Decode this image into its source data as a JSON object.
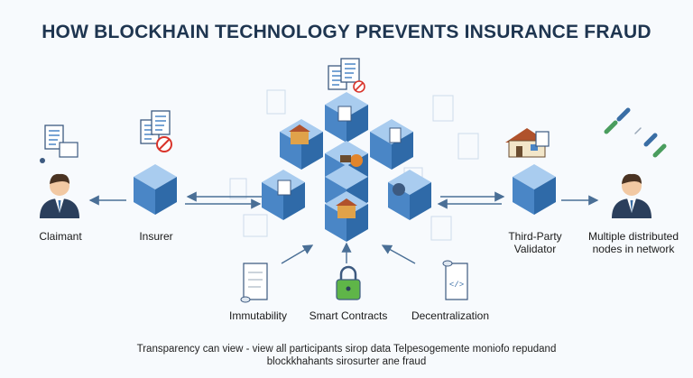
{
  "title": "HOW BLOCKHAIN TECHNOLOGY PREVENTS INSURANCE FRAUD",
  "labels": {
    "claimant": "Claimant",
    "insurer": "Insurer",
    "validator_line1": "Third-Party",
    "validator_line2": "Validator",
    "nodes_line1": "Multiple distributed",
    "nodes_line2": "nodes in network",
    "immutability": "Immutability",
    "smart_contracts": "Smart Contracts",
    "decentralization": "Decentralization"
  },
  "caption": {
    "line1": "Transparency can view - view all participants sirop data Telpesogemente moniofo repudand",
    "line2": "blockkhahants sirosurter ane fraud"
  },
  "icons": [
    "document-icon",
    "denied-document-icon",
    "house-icon",
    "broken-chain-icon",
    "person-icon",
    "lock-icon",
    "code-scroll-icon",
    "scroll-icon"
  ],
  "colors": {
    "cube": "#4a86c6",
    "cube_top": "#a9ccef",
    "cube_side": "#2f6aa8",
    "accent_red": "#d9342b",
    "lock_green": "#5fb548",
    "title": "#1e3550"
  }
}
